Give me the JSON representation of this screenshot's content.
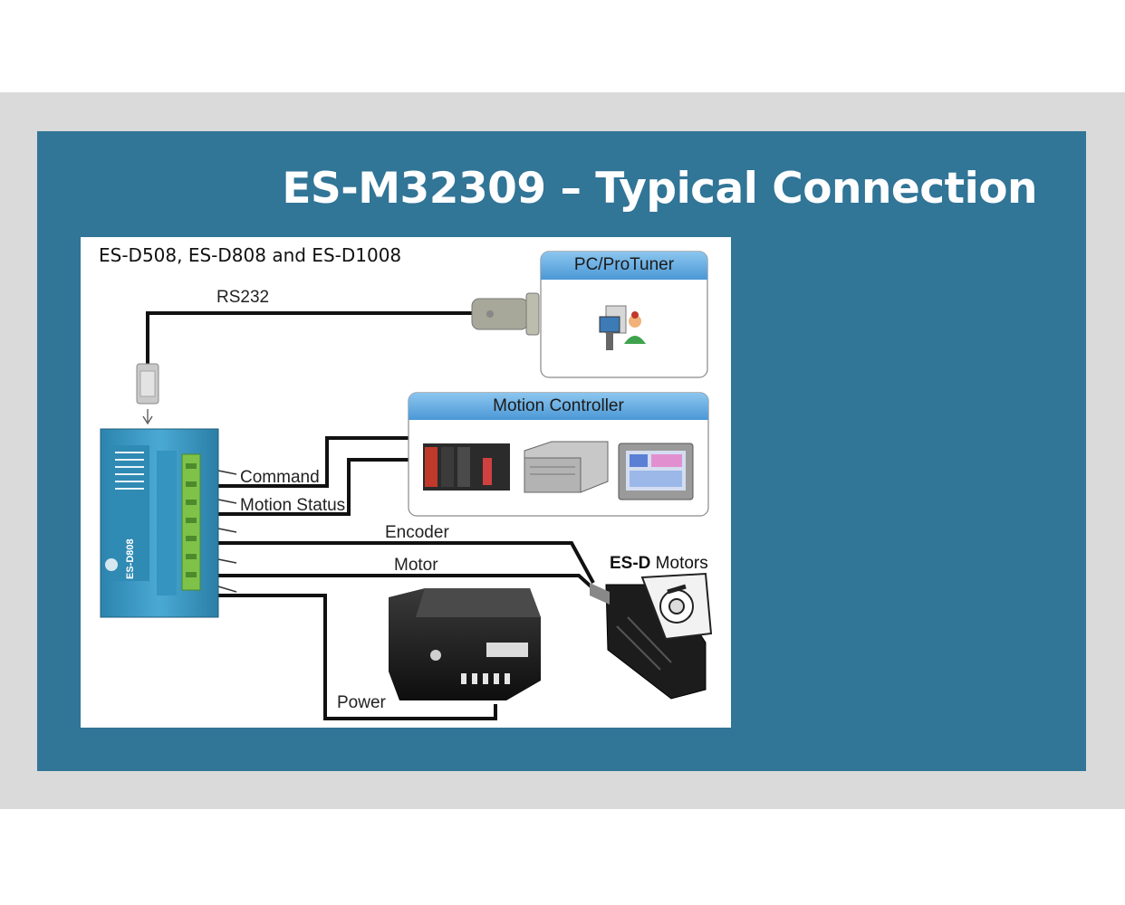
{
  "slide": {
    "title": "ES-M32309 – Typical Connection"
  },
  "diagram": {
    "drive_models": "ES-D508, ES-D808 and ES-D1008",
    "pc_box_title": "PC/ProTuner",
    "motion_box_title": "Motion Controller",
    "labels": {
      "rs232": "RS232",
      "command": "Command",
      "motion_status": "Motion Status",
      "encoder": "Encoder",
      "motor": "Motor",
      "power": "Power"
    },
    "motors": {
      "brand": "ES-D",
      "suffix": " Motors"
    },
    "drive_label": "ES-D808",
    "colors": {
      "panel": "#317597",
      "band": "#dadada",
      "box_header": "#5ba5dc",
      "drive": "#3b9bc4"
    }
  }
}
